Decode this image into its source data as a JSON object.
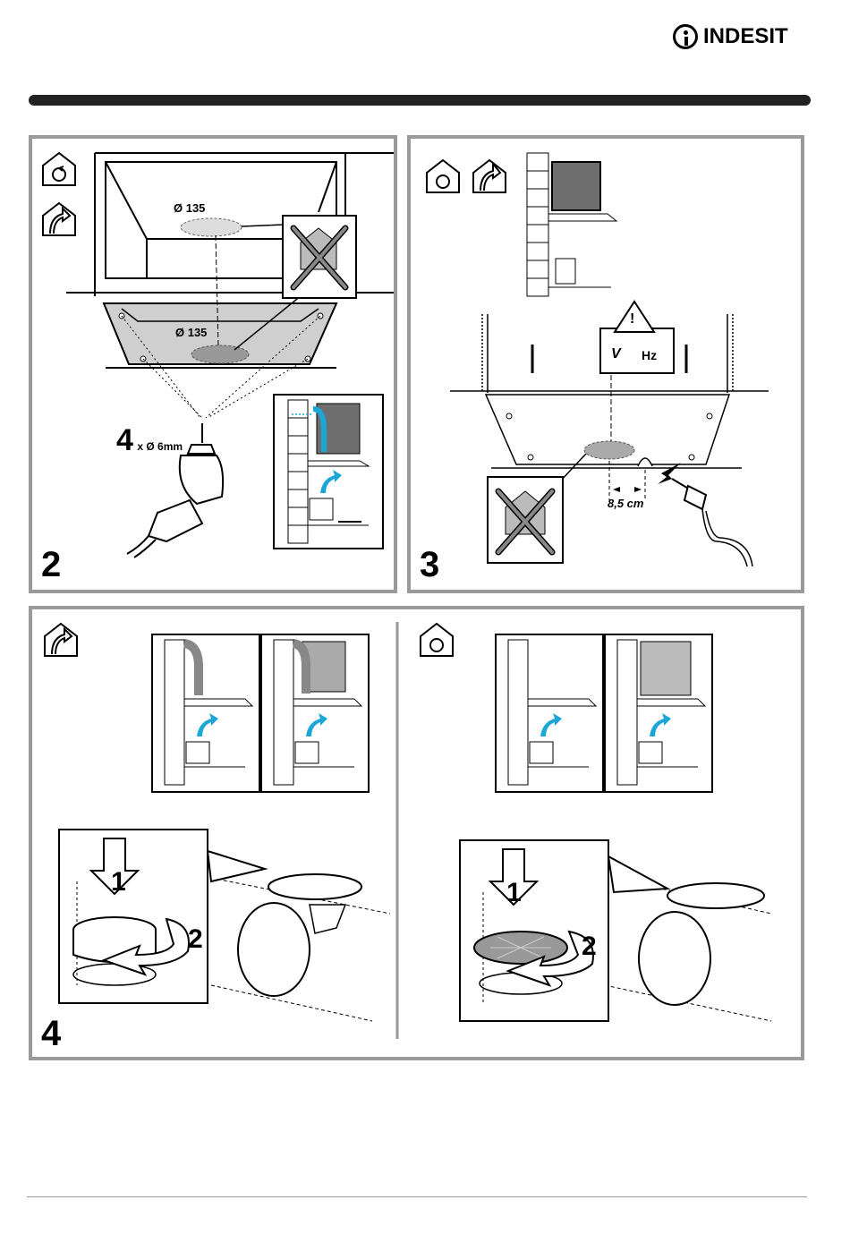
{
  "brand": {
    "name": "INDESIT"
  },
  "steps": [
    {
      "number": "2",
      "diameter_top": "Ø 135",
      "diameter_bottom": "Ø 135",
      "drill_count": "4",
      "drill_size": "x Ø 6mm"
    },
    {
      "number": "3",
      "voltage": "V",
      "frequency": "Hz",
      "warning": "!",
      "distance": "8,5 cm"
    },
    {
      "number": "4",
      "arrow_1": "1",
      "arrow_2": "2"
    },
    {
      "arrow_1": "1",
      "arrow_2": "2"
    }
  ],
  "icons": [
    "recirculation-house-icon",
    "extraction-house-icon",
    "warning-triangle-icon",
    "no-cross-icon",
    "drill-icon",
    "power-plug-icon"
  ],
  "colors": {
    "airflow": "#1aa7d8",
    "panel_border": "#9a9a9a",
    "hood_fill": "#cfcfcf",
    "dark_fill": "#6e6e6e"
  }
}
